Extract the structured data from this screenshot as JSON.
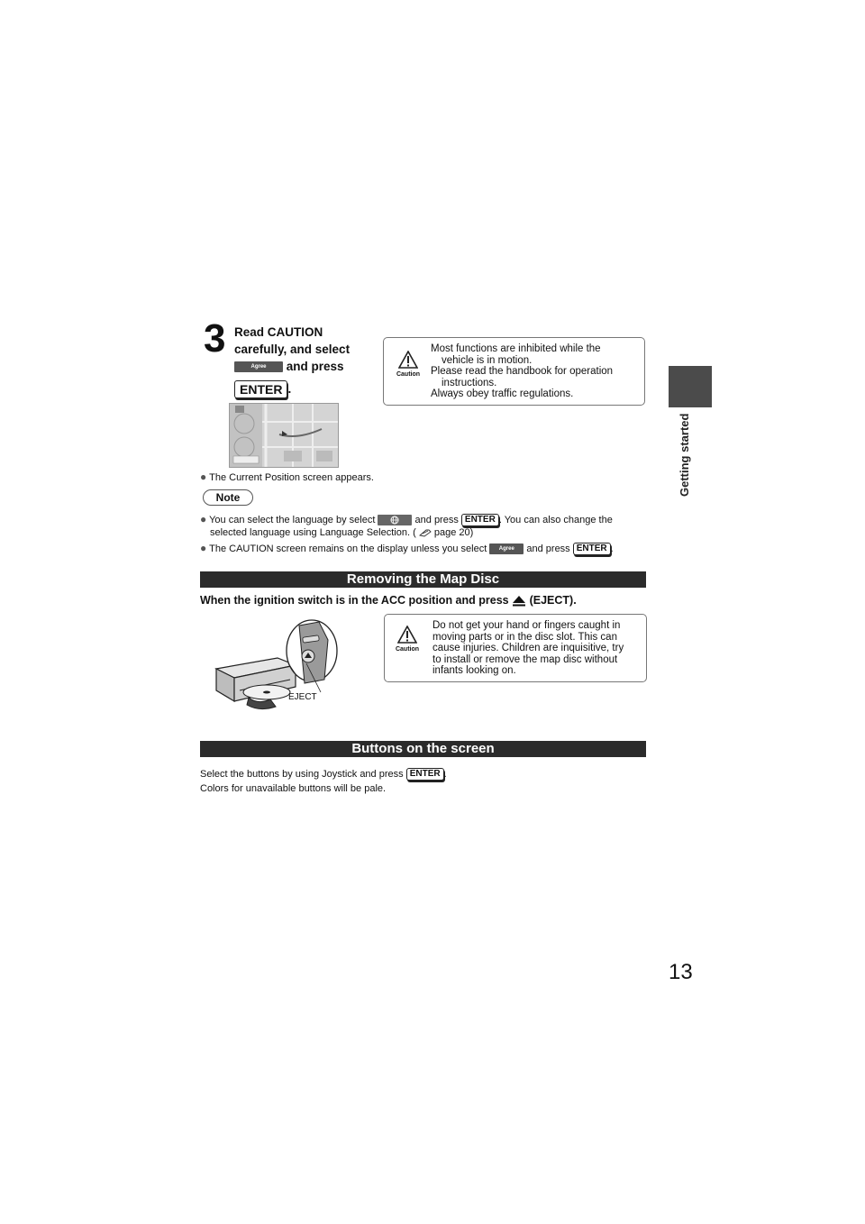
{
  "side_tab": {
    "label": "Getting started"
  },
  "step": {
    "number": "3",
    "line1": "Read CAUTION",
    "line2": "carefully, and select",
    "and_press": "and press",
    "period": ".",
    "agree_label": "Agree",
    "enter_label": "ENTER"
  },
  "caution1": {
    "icon_label": "Caution",
    "lines": [
      "Most functions are inhibited while the",
      "vehicle is in motion.",
      "Please read the handbook for operation",
      "instructions.",
      "Always obey traffic regulations."
    ]
  },
  "result_bullet": "The Current Position screen appears.",
  "note": {
    "label": "Note",
    "b1_part1": "You can select the language by select",
    "b1_part2": "and press",
    "b1_part3": ". You can also change the",
    "b1_line2_a": "selected language using Language Selection. (",
    "b1_line2_b": "page 20)",
    "b2_part1": "The CAUTION screen remains on the display unless you select",
    "b2_part2": "and press",
    "b2_part3": ".",
    "enter_label": "ENTER",
    "agree_label": "Agree"
  },
  "section1": {
    "title": "Removing the Map Disc",
    "instruction_a": "When the ignition switch is in the ACC position and press",
    "instruction_b": "(EJECT)."
  },
  "caution2": {
    "icon_label": "Caution",
    "lines": [
      "Do not get your hand or fingers caught in",
      "moving parts or in the disc slot. This can",
      "cause injuries. Children are inquisitive, try",
      "to install or remove the map disc without",
      "infants looking on."
    ]
  },
  "eject_label": "EJECT",
  "section2": {
    "title": "Buttons on the screen",
    "line1_a": "Select the buttons by using Joystick and press",
    "line1_b": ".",
    "line2": "Colors for unavailable buttons will be pale.",
    "enter_label": "ENTER"
  },
  "page_number": "13"
}
